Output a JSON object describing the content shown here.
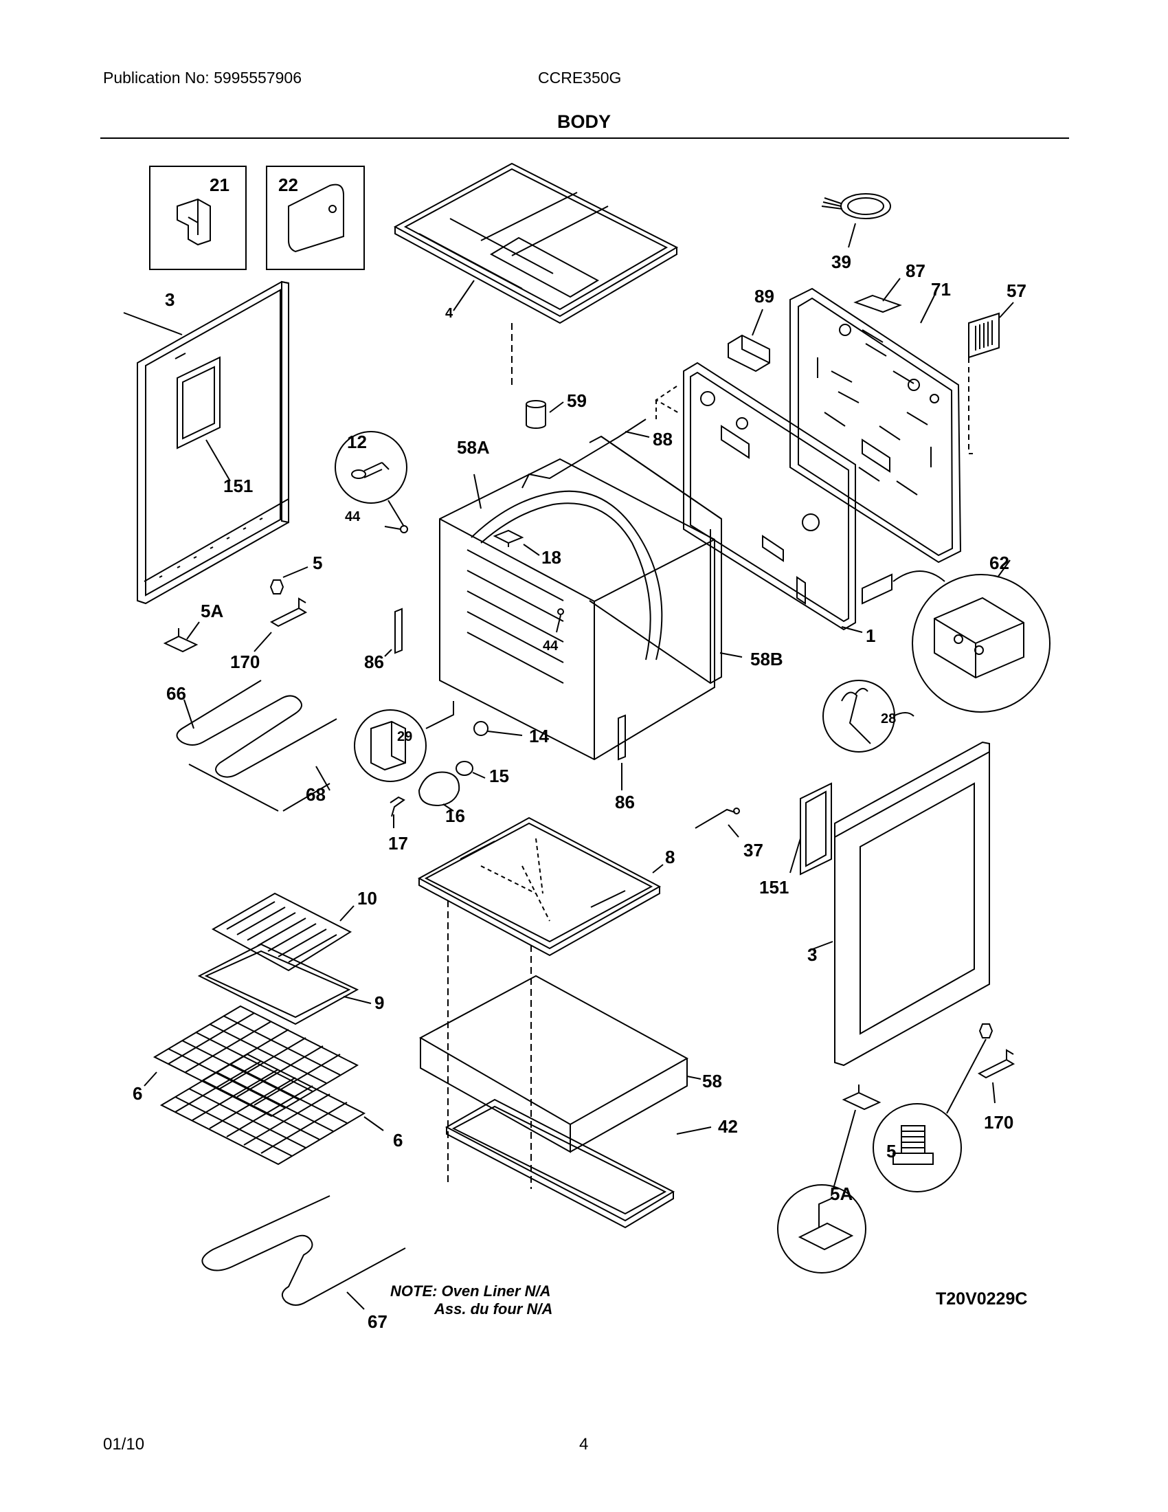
{
  "header": {
    "publication": "Publication No: 5995557906",
    "model": "CCRE350G",
    "section_title": "BODY"
  },
  "note": {
    "line1": "NOTE: Oven Liner N/A",
    "line2": "Ass. du four N/A"
  },
  "diagram_code": "T20V0229C",
  "footer": {
    "date": "01/10",
    "page": "4"
  },
  "part_labels": {
    "p21": "21",
    "p22": "22",
    "p3a": "3",
    "p4": "4",
    "p151a": "151",
    "p12": "12",
    "p44a": "44",
    "p58A": "58A",
    "p59": "59",
    "p88": "88",
    "p89": "89",
    "p39": "39",
    "p87": "87",
    "p57": "57",
    "p71": "71",
    "p18": "18",
    "p5a": "5",
    "p5Aa": "5A",
    "p170a": "170",
    "p86a": "86",
    "p44b": "44",
    "p58B": "58B",
    "p1": "1",
    "p62": "62",
    "p66": "66",
    "p68": "68",
    "p29": "29",
    "p14": "14",
    "p15": "15",
    "p16": "16",
    "p17": "17",
    "p86b": "86",
    "p28": "28",
    "p37": "37",
    "p151b": "151",
    "p8": "8",
    "p10": "10",
    "p9": "9",
    "p3b": "3",
    "p6a": "6",
    "p6b": "6",
    "p58": "58",
    "p42": "42",
    "p170b": "170",
    "p5b": "5",
    "p5Ab": "5A",
    "p67": "67"
  }
}
